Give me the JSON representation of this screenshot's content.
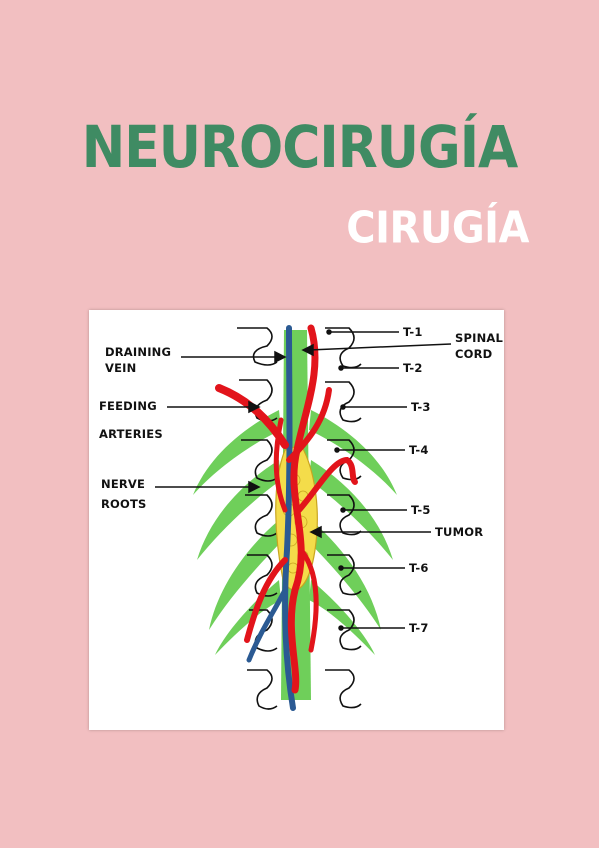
{
  "cover": {
    "title": "NEUROCIRUGÍA",
    "subtitle": "CIRUGÍA"
  },
  "colors": {
    "background": "#f2bfc1",
    "title": "#3f8b63",
    "subtitle": "#ffffff",
    "artery": "#e2141b",
    "vein": "#2b5a93",
    "nerve": "#6fcf5a",
    "tumor": "#f4dc4a"
  },
  "figure": {
    "left_labels": {
      "draining_vein": [
        "DRAINING",
        "VEIN"
      ],
      "feeding_arteries": [
        "FEEDING",
        "ARTERIES"
      ],
      "nerve_roots": [
        "NERVE",
        "ROOTS"
      ]
    },
    "right_labels": {
      "spinal_cord": [
        "SPINAL",
        "CORD"
      ],
      "tumor": "TUMOR",
      "vertebrae": [
        "T-1",
        "T-2",
        "T-3",
        "T-4",
        "T-5",
        "T-6",
        "T-7"
      ]
    }
  }
}
